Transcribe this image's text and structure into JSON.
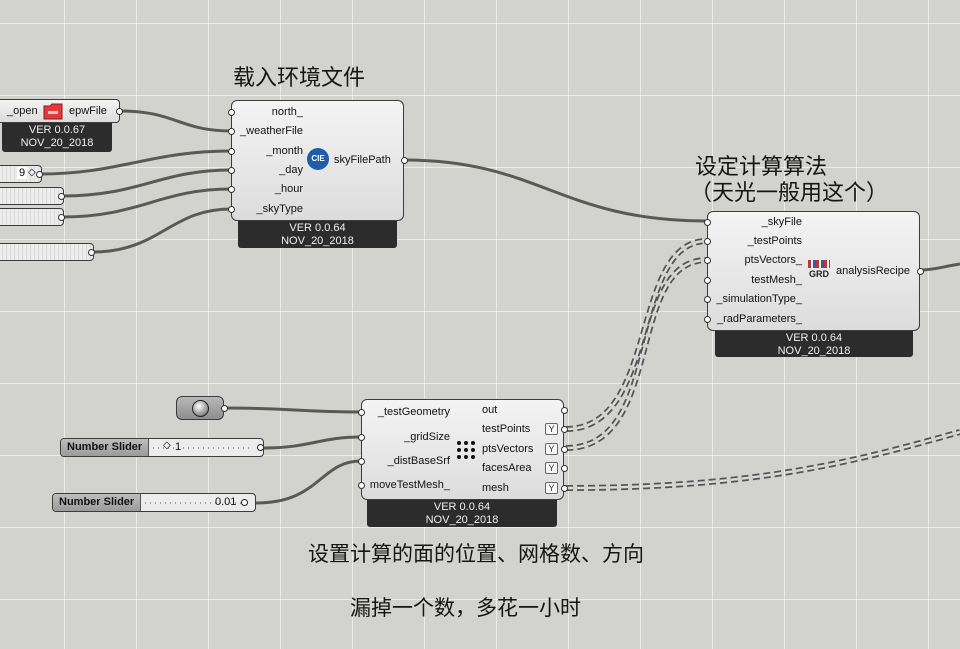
{
  "annotations": {
    "load_env": "载入环境文件",
    "set_algo_1": "设定计算算法",
    "set_algo_2": "（天光一般用这个）",
    "set_surface": "设置计算的面的位置、网格数、方向",
    "note": "漏掉一个数，多花一小时"
  },
  "open_epw": {
    "open_label": "_open",
    "output": "epwFile",
    "version": "VER 0.0.67",
    "date": "NOV_20_2018"
  },
  "sky_component": {
    "inputs": [
      "north_",
      "_weatherFile",
      "_month",
      "_day",
      "_hour",
      "_skyType"
    ],
    "output": "skyFilePath",
    "icon_text": "CIE",
    "version": "VER 0.0.64",
    "date": "NOV_20_2018"
  },
  "recipe_component": {
    "inputs": [
      "_skyFile",
      "_testPoints",
      "ptsVectors_",
      "testMesh_",
      "_simulationType_",
      "_radParameters_"
    ],
    "output": "analysisRecipe",
    "icon_text": "GRD",
    "version": "VER 0.0.64",
    "date": "NOV_20_2018"
  },
  "grid_component": {
    "inputs": [
      "_testGeometry",
      "_gridSize",
      "_distBaseSrf",
      "moveTestMesh_"
    ],
    "outputs": [
      "out",
      "testPoints",
      "ptsVectors",
      "facesArea",
      "mesh"
    ],
    "badge": "Y",
    "version": "VER 0.0.64",
    "date": "NOV_20_2018"
  },
  "inputs_left": {
    "month_value": "9"
  },
  "sliders": [
    {
      "label": "Number Slider",
      "value": "1"
    },
    {
      "label": "Number Slider",
      "value": "0.01"
    }
  ]
}
